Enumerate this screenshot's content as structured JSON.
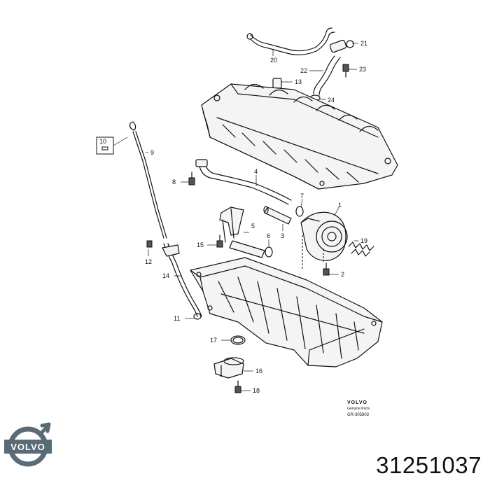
{
  "callouts": [
    {
      "id": "1",
      "label": "1"
    },
    {
      "id": "2",
      "label": "2"
    },
    {
      "id": "3",
      "label": "3"
    },
    {
      "id": "4",
      "label": "4"
    },
    {
      "id": "5",
      "label": "5"
    },
    {
      "id": "6",
      "label": "6"
    },
    {
      "id": "7",
      "label": "7"
    },
    {
      "id": "8",
      "label": "8"
    },
    {
      "id": "9",
      "label": "9"
    },
    {
      "id": "10",
      "label": "10"
    },
    {
      "id": "11",
      "label": "11"
    },
    {
      "id": "12",
      "label": "12"
    },
    {
      "id": "13",
      "label": "13"
    },
    {
      "id": "14",
      "label": "14"
    },
    {
      "id": "15",
      "label": "15"
    },
    {
      "id": "16",
      "label": "16"
    },
    {
      "id": "17",
      "label": "17"
    },
    {
      "id": "18",
      "label": "18"
    },
    {
      "id": "19",
      "label": "19"
    },
    {
      "id": "20",
      "label": "20"
    },
    {
      "id": "21",
      "label": "21"
    },
    {
      "id": "22",
      "label": "22"
    },
    {
      "id": "23",
      "label": "23"
    },
    {
      "id": "24",
      "label": "24"
    }
  ],
  "caption": {
    "brand": "VOLVO",
    "subtitle": "Genuine Parts",
    "code": "GR-305803"
  },
  "logo": {
    "wordmark": "VOLVO",
    "color": "#5a6b78"
  },
  "part_number": "31251037"
}
